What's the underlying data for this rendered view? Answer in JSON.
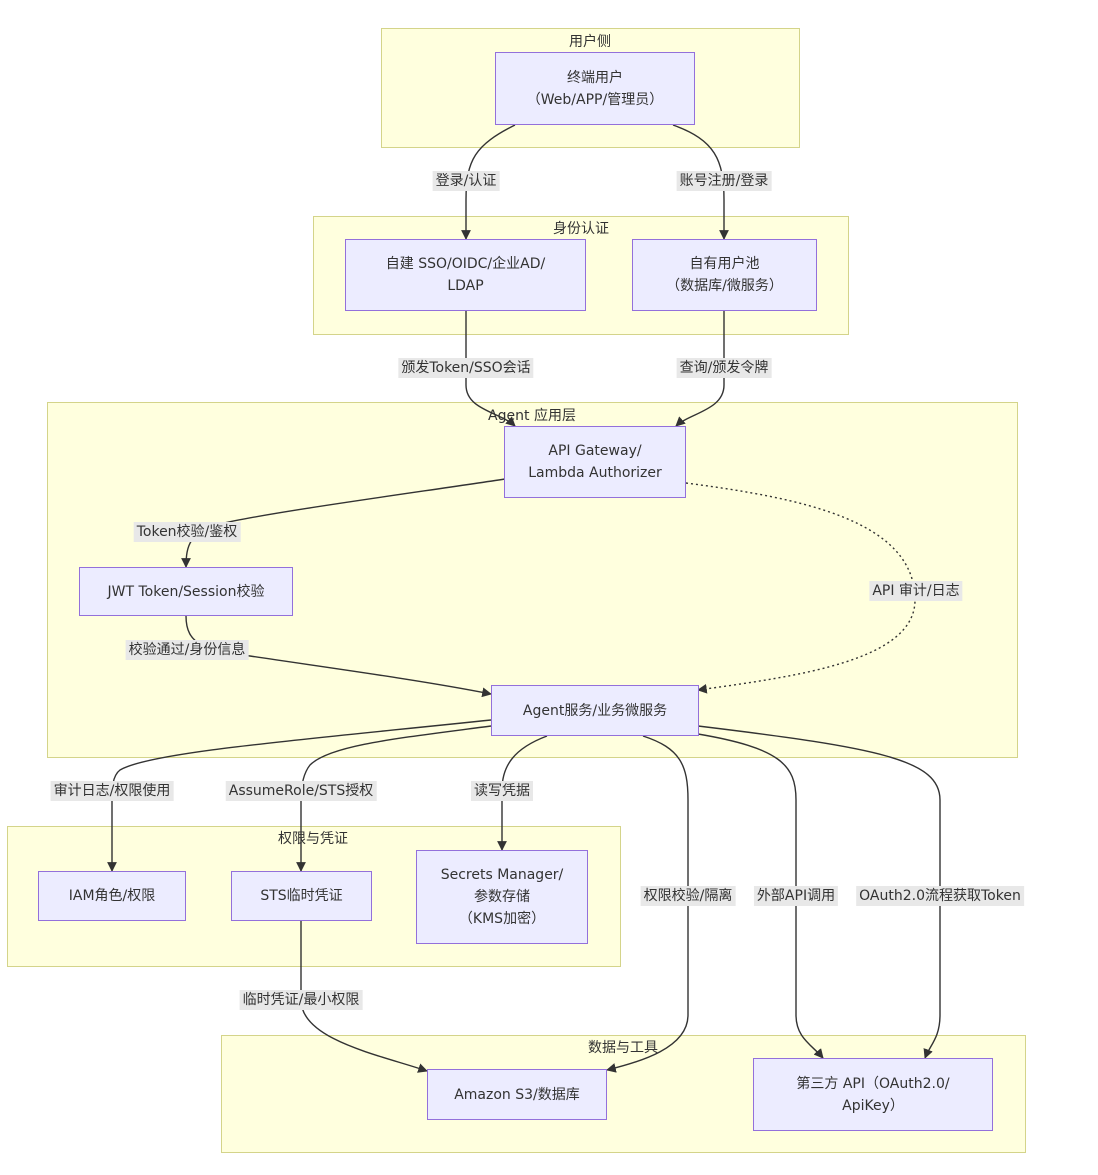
{
  "clusters": {
    "user_side": "用户侧",
    "identity": "身份认证",
    "agent_layer": "Agent 应用层",
    "permissions": "权限与凭证",
    "data_tools": "数据与工具"
  },
  "nodes": {
    "end_user": [
      "终端用户",
      "（Web/APP/管理员）"
    ],
    "sso": [
      "自建 SSO/OIDC/企业AD/",
      "LDAP"
    ],
    "user_pool": [
      "自有用户池",
      "（数据库/微服务）"
    ],
    "api_gateway": [
      "API Gateway/",
      "Lambda Authorizer"
    ],
    "jwt": [
      "JWT Token/Session校验"
    ],
    "agent_service": [
      "Agent服务/业务微服务"
    ],
    "iam": [
      "IAM角色/权限"
    ],
    "sts": [
      "STS临时凭证"
    ],
    "secrets": [
      "Secrets Manager/",
      "参数存储",
      "（KMS加密）"
    ],
    "s3": [
      "Amazon S3/数据库"
    ],
    "third_api": [
      "第三方 API（OAuth2.0/",
      "ApiKey）"
    ]
  },
  "edges": {
    "login_auth": "登录/认证",
    "register_login": "账号注册/登录",
    "issue_token": "颁发Token/SSO会话",
    "query_issue": "查询/颁发令牌",
    "token_check": "Token校验/鉴权",
    "api_audit": "API 审计/日志",
    "check_pass": "校验通过/身份信息",
    "audit_perm": "审计日志/权限使用",
    "assume_role": "AssumeRole/STS授权",
    "read_write": "读写凭据",
    "perm_isolation": "权限校验/隔离",
    "external_api": "外部API调用",
    "oauth_flow": "OAuth2.0流程获取Token",
    "temp_cred": "临时凭证/最小权限"
  }
}
